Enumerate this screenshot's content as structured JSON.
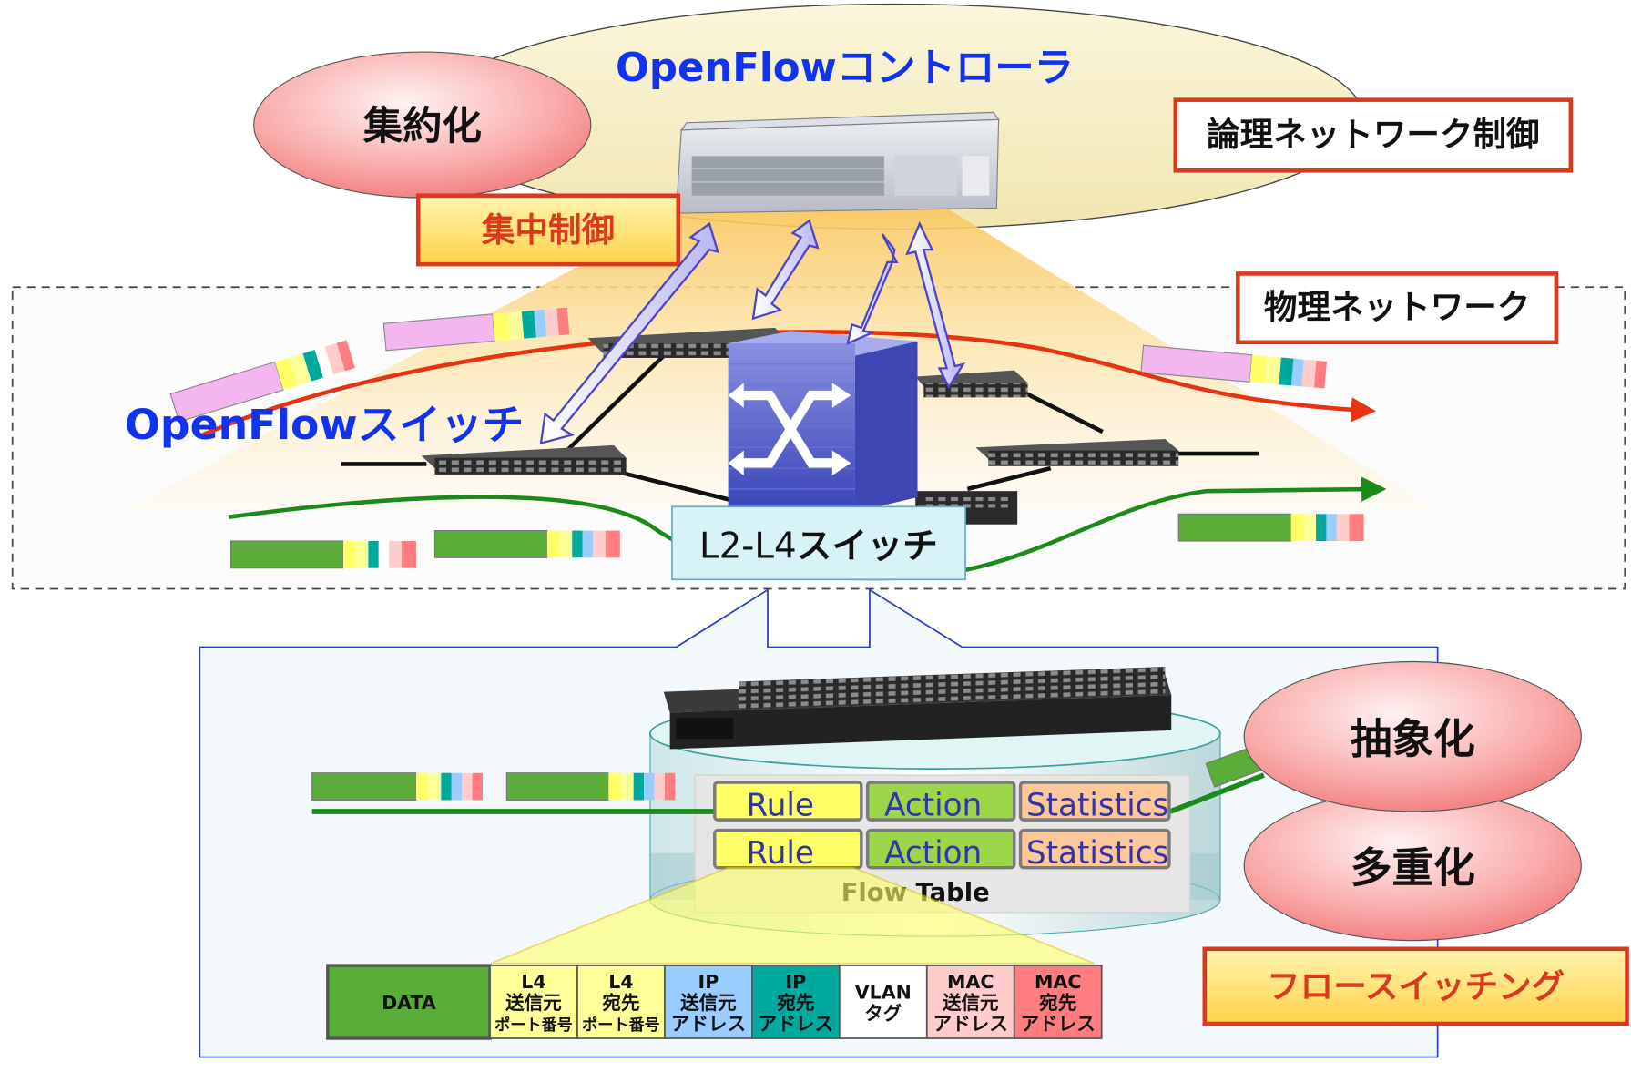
{
  "controller": {
    "title": "OpenFlowコントローラ"
  },
  "labels": {
    "aggregation": "集約化",
    "centralized": "集中制御",
    "logical": "論理ネットワーク制御",
    "physical": "物理ネットワーク",
    "openflow_switch": "OpenFlowスイッチ",
    "l2l4_prefix": "L2-L4",
    "l2l4_suffix": "スイッチ",
    "abstraction": "抽象化",
    "multiplex": "多重化",
    "flow_switching": "フロースイッチング"
  },
  "flow_table": {
    "caption": "Flow Table",
    "rows": [
      {
        "rule": "Rule",
        "action": "Action",
        "statistics": "Statistics"
      },
      {
        "rule": "Rule",
        "action": "Action",
        "statistics": "Statistics"
      }
    ]
  },
  "header_fields": [
    {
      "lines": [
        "DATA"
      ],
      "color": "#5aad38"
    },
    {
      "lines": [
        "L4",
        "送信元",
        "ポート番号"
      ],
      "color": "#ffff99"
    },
    {
      "lines": [
        "L4",
        "宛先",
        "ポート番号"
      ],
      "color": "#ffff99"
    },
    {
      "lines": [
        "IP",
        "送信元",
        "アドレス"
      ],
      "color": "#99ccff"
    },
    {
      "lines": [
        "IP",
        "宛先",
        "アドレス"
      ],
      "color": "#00a99d"
    },
    {
      "lines": [
        "VLAN",
        "タグ"
      ],
      "color": "#ffffff"
    },
    {
      "lines": [
        "MAC",
        "送信元",
        "アドレス"
      ],
      "color": "#ffcccc"
    },
    {
      "lines": [
        "MAC",
        "宛先",
        "アドレス"
      ],
      "color": "#ff7c80"
    }
  ],
  "colors": {
    "controller_fill": "#f7f0c8",
    "ellipse_red": "#f58a8a",
    "label_border": "#d9391c",
    "blue_text": "#1133ee",
    "flow_red": "#e63312",
    "flow_green": "#1a8a1a",
    "l2l4_fill": "#d8f3f8"
  }
}
